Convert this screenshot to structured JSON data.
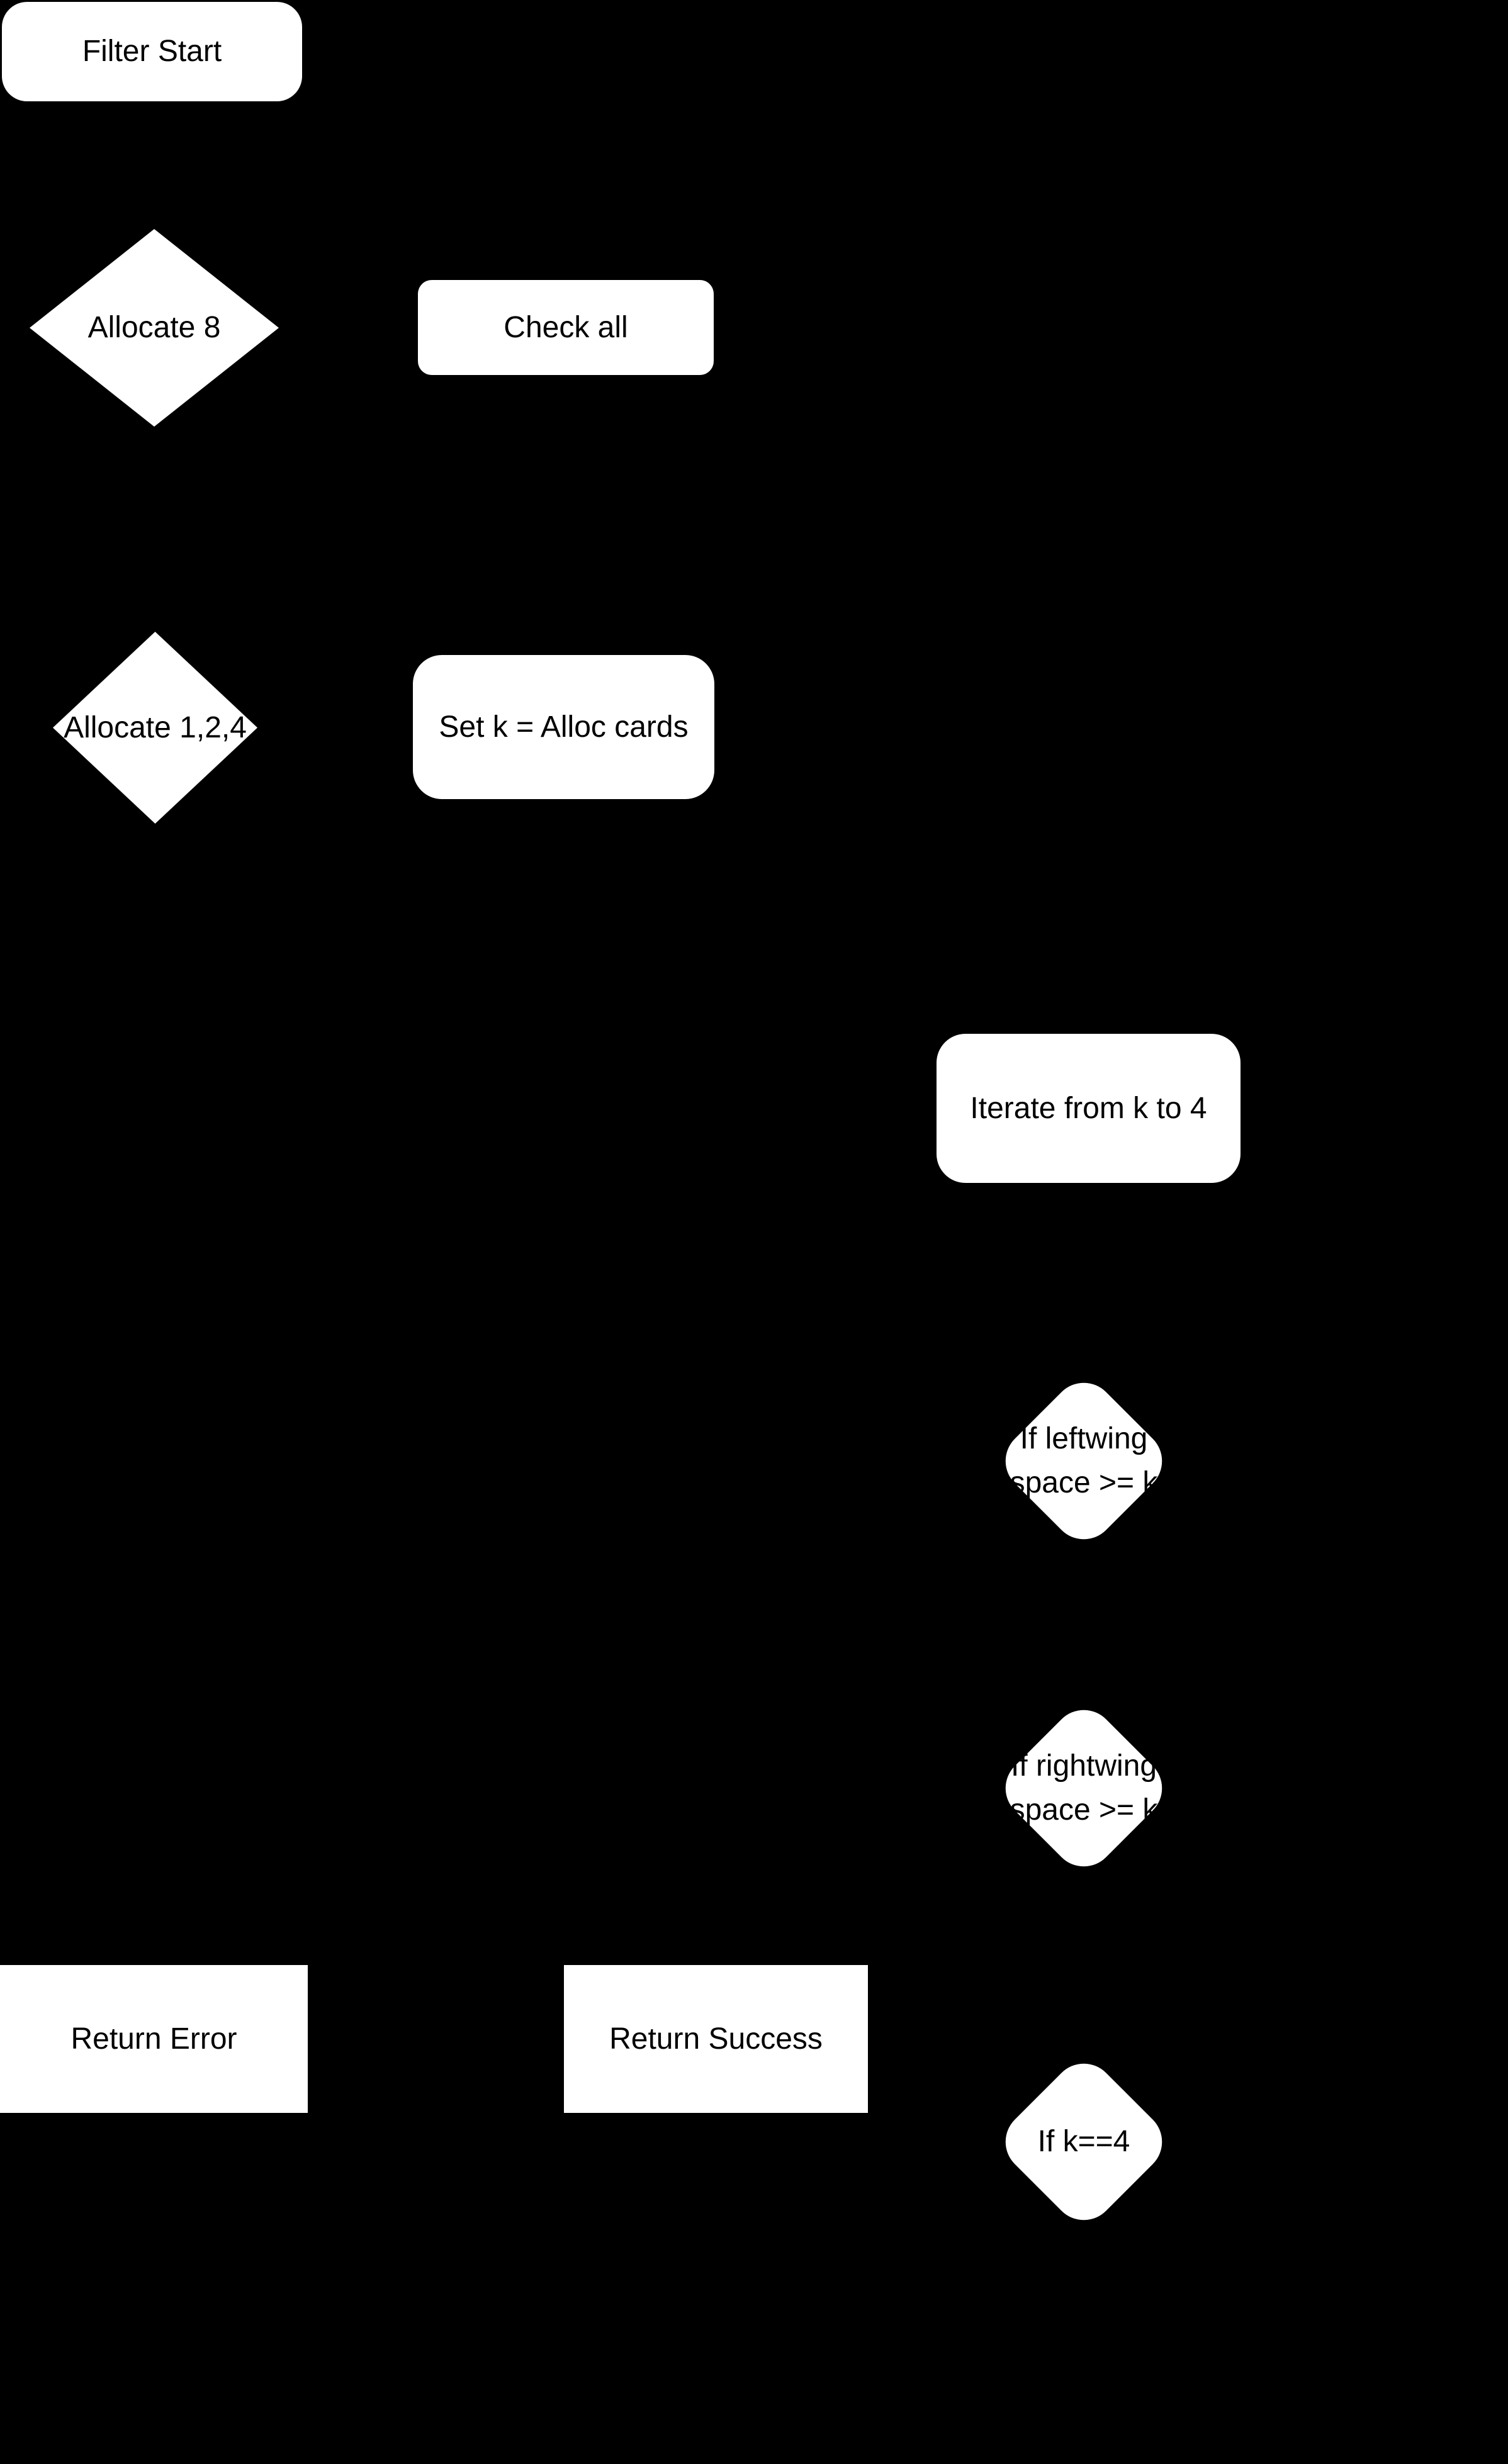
{
  "page": {
    "background_color": "#000000",
    "node_fill_color": "#ffffff",
    "node_text_color": "#000000"
  },
  "flowchart": {
    "nodes": {
      "filter_start": {
        "label": "Filter Start",
        "shape": "rounded-rectangle"
      },
      "allocate_8": {
        "label": "Allocate 8",
        "shape": "diamond"
      },
      "check_all": {
        "label": "Check all",
        "shape": "rounded-rectangle"
      },
      "allocate_1_2_4": {
        "label": "Allocate 1,2,4",
        "shape": "diamond"
      },
      "set_k": {
        "label": "Set k = Alloc cards",
        "shape": "rounded-rectangle"
      },
      "iterate_k_to_4": {
        "label": "Iterate from k to 4",
        "shape": "rounded-rectangle"
      },
      "if_leftwing": {
        "line1": "If leftwing",
        "line2": "space >= k",
        "shape": "rounded-diamond"
      },
      "if_rightwing": {
        "line1": "If rightwing",
        "line2": "space >= k",
        "shape": "rounded-diamond"
      },
      "return_error": {
        "label": "Return Error",
        "shape": "rectangle"
      },
      "return_success": {
        "label": "Return Success",
        "shape": "rectangle"
      },
      "if_k_eq_4": {
        "label": "If k==4",
        "shape": "rounded-diamond"
      }
    }
  }
}
